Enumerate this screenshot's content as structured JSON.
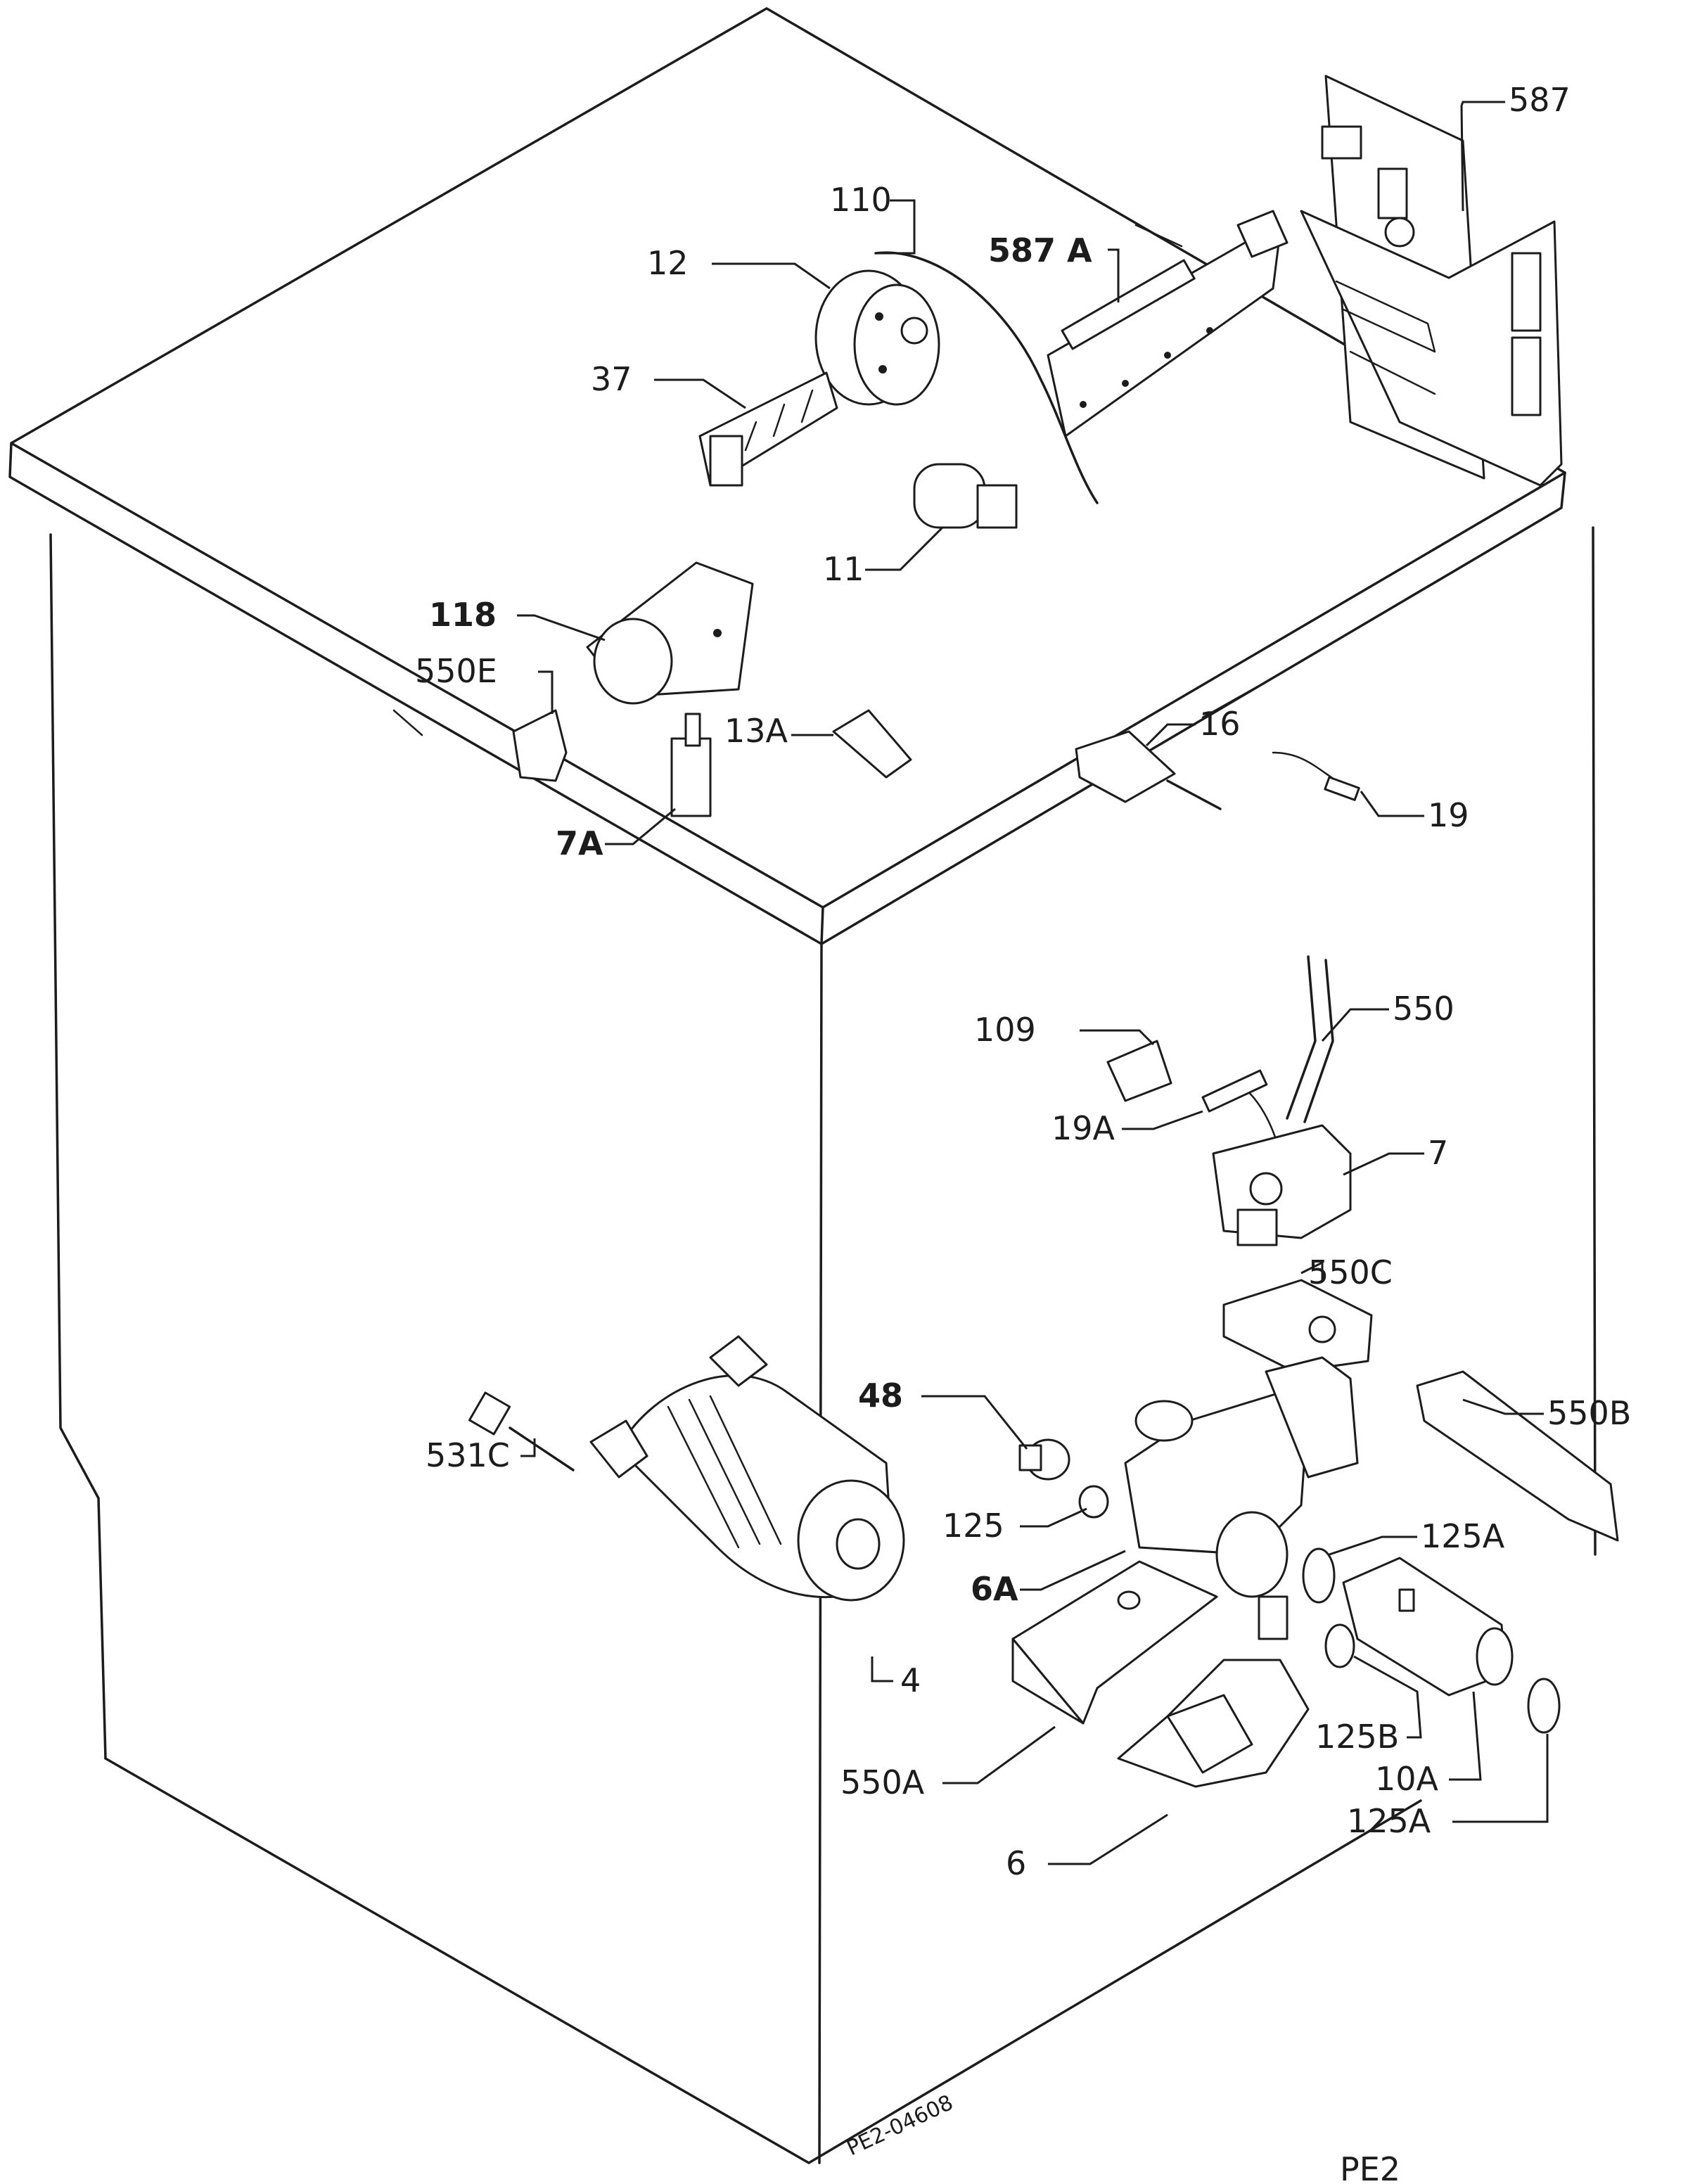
{
  "drawing_code": "PE2-04608",
  "page_code": "PE2",
  "labels": {
    "l587": "587",
    "l587a": "587 A",
    "l110": "110",
    "l12": "12",
    "l37": "37",
    "l11": "11",
    "l118": "118",
    "l550e": "550E",
    "l13a": "13A",
    "l16": "16",
    "l19": "19",
    "l7a": "7A",
    "l109": "109",
    "l550": "550",
    "l19a": "19A",
    "l7": "7",
    "l550c": "550C",
    "l48": "48",
    "l531c": "531C",
    "l125": "125",
    "l125a_top": "125A",
    "l550b": "550B",
    "l6a": "6A",
    "l4": "4",
    "l125b": "125B",
    "l10a": "10A",
    "l550a": "550A",
    "l125a_bottom": "125A",
    "l6": "6"
  },
  "colors": {
    "line": "#1c1c1c",
    "background": "#ffffff"
  }
}
